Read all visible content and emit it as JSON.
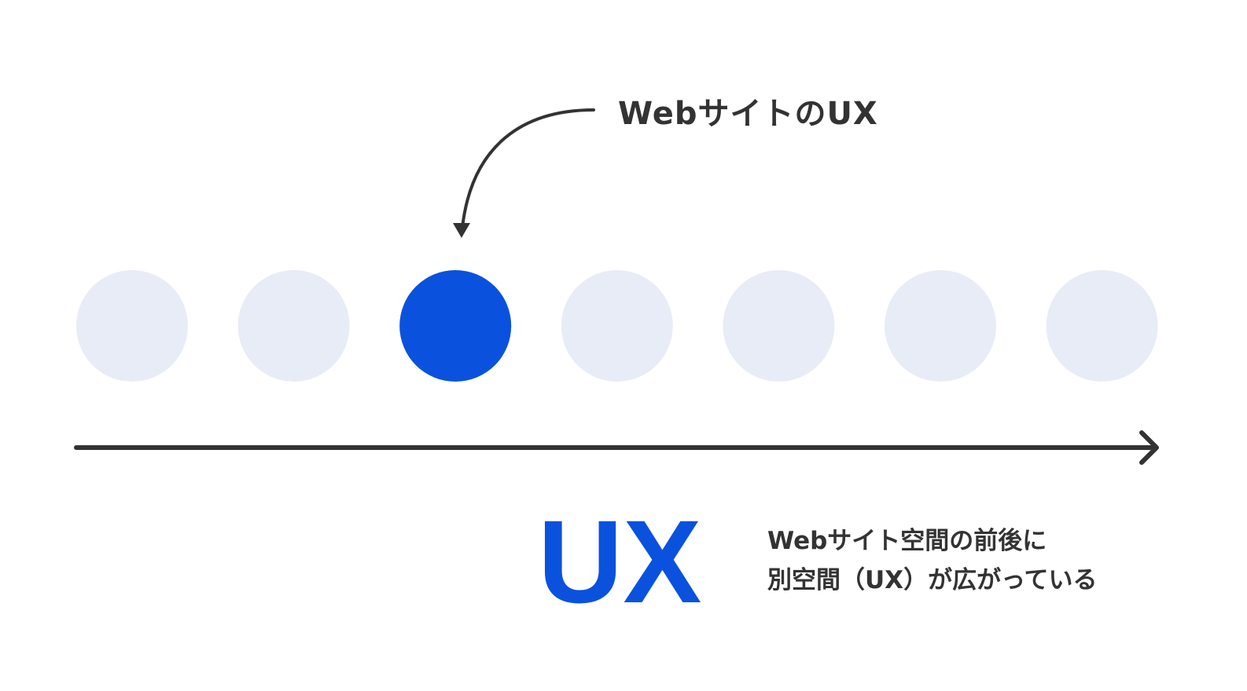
{
  "callout": {
    "label": "WebサイトのUX"
  },
  "timeline": {
    "dots": [
      {
        "highlighted": false
      },
      {
        "highlighted": false
      },
      {
        "highlighted": true
      },
      {
        "highlighted": false
      },
      {
        "highlighted": false
      },
      {
        "highlighted": false
      },
      {
        "highlighted": false
      }
    ]
  },
  "colors": {
    "accent": "#0a52de",
    "dot_inactive": "#e8ecf6",
    "line": "#333333"
  },
  "footer": {
    "title": "UX",
    "description_line1": "Webサイト空間の前後に",
    "description_line2": "別空間（UX）が広がっている"
  }
}
